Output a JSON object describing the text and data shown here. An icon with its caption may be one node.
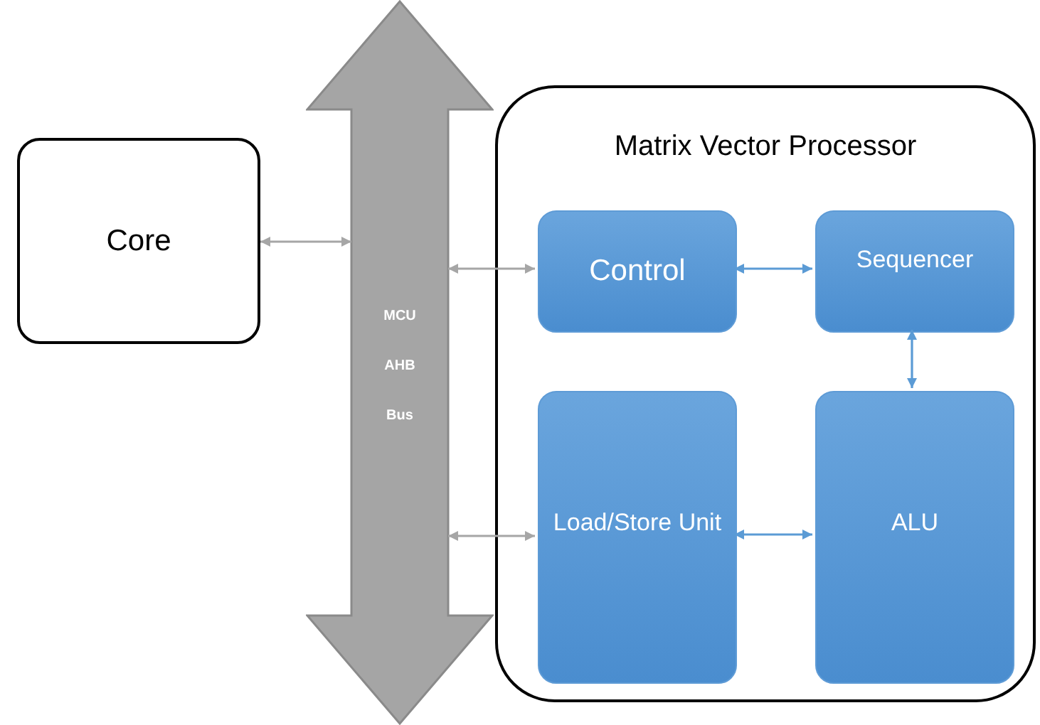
{
  "diagram": {
    "nodes": [
      {
        "text": [
          "Core"
        ]
      },
      {
        "text": [
          "MCU AHB Bus"
        ]
      },
      {
        "text": [
          "Matrix Vector Processor"
        ]
      },
      {
        "text": [
          "Control"
        ],
        "in": 2
      },
      {
        "text": [
          "Sequencer"
        ],
        "in": 2
      },
      {
        "text": [
          "Load/Store Unit"
        ],
        "in": 2
      },
      {
        "text": [
          "ALU"
        ],
        "in": 2
      }
    ],
    "edges": [
      {
        "from": 0,
        "to": 1,
        "arrow": "both",
        "color": "#a6a6a6"
      },
      {
        "from": 1,
        "to": 3,
        "arrow": "both",
        "color": "#a6a6a6"
      },
      {
        "from": 3,
        "to": 4,
        "arrow": "both"
      },
      {
        "from": 1,
        "to": 5,
        "arrow": "both",
        "color": "#a6a6a6"
      },
      {
        "from": 5,
        "to": 6,
        "arrow": "both"
      },
      {
        "from": 4,
        "to": 6,
        "arrow": "both"
      }
    ]
  }
}
